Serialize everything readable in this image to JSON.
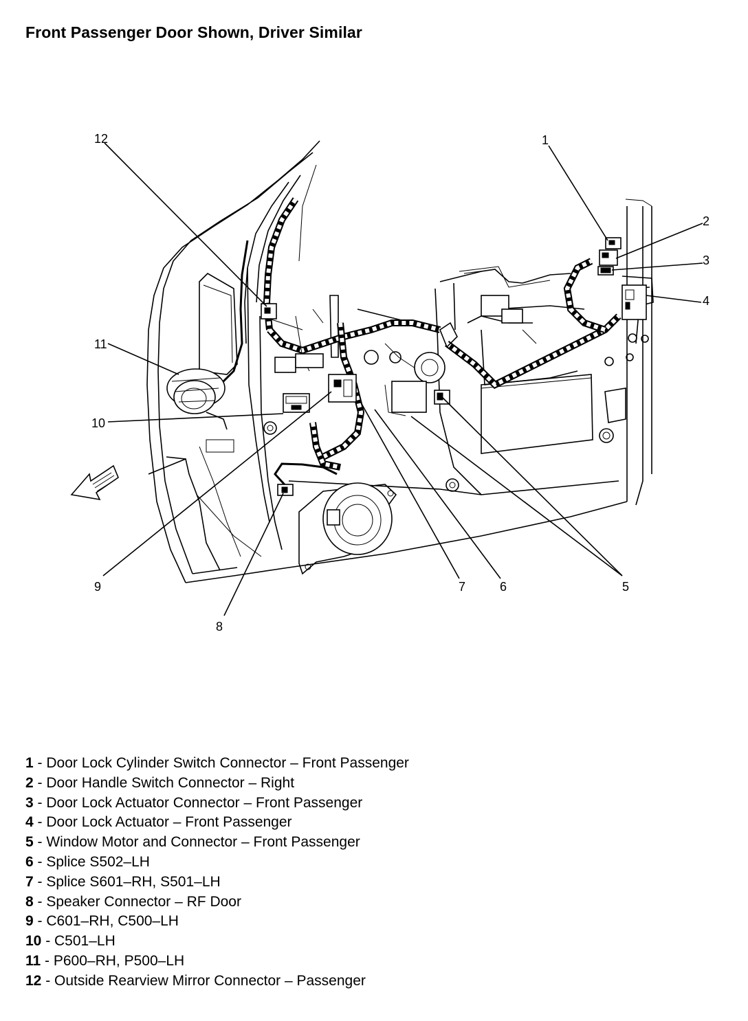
{
  "title": "Front Passenger Door Shown, Driver Similar",
  "callouts": [
    "1",
    "2",
    "3",
    "4",
    "5",
    "6",
    "7",
    "8",
    "9",
    "10",
    "11",
    "12"
  ],
  "legend": [
    {
      "num": "1",
      "text": " - Door Lock Cylinder Switch Connector – Front Passenger"
    },
    {
      "num": "2",
      "text": " - Door Handle Switch Connector – Right"
    },
    {
      "num": "3",
      "text": " - Door Lock Actuator Connector – Front Passenger"
    },
    {
      "num": "4",
      "text": " - Door Lock Actuator – Front Passenger"
    },
    {
      "num": "5",
      "text": " - Window Motor and Connector – Front Passenger"
    },
    {
      "num": "6",
      "text": " - Splice S502–LH"
    },
    {
      "num": "7",
      "text": " - Splice S601–RH, S501–LH"
    },
    {
      "num": "8",
      "text": " - Speaker Connector – RF Door"
    },
    {
      "num": "9",
      "text": " - C601–RH, C500–LH"
    },
    {
      "num": "10",
      "text": " - C501–LH"
    },
    {
      "num": "11",
      "text": " - P600–RH, P500–LH"
    },
    {
      "num": "12",
      "text": " - Outside Rearview Mirror Connector – Passenger"
    }
  ]
}
